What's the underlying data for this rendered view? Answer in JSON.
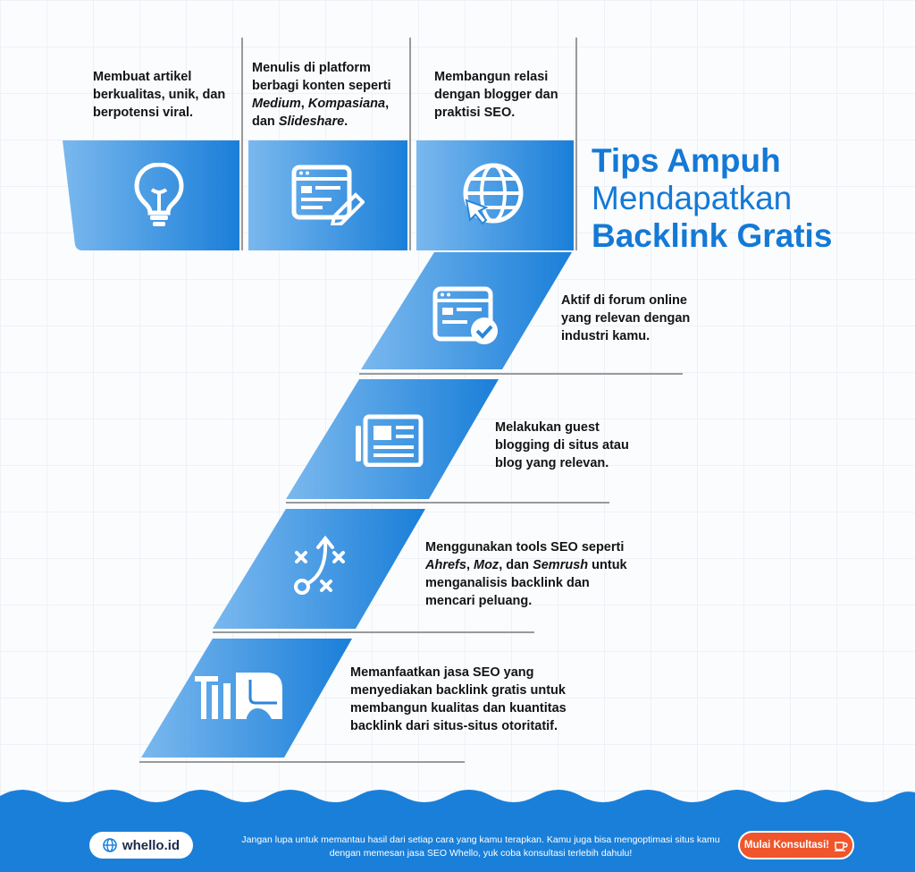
{
  "title": {
    "line1": "Tips Ampuh",
    "line2": "Mendapatkan",
    "line3": "Backlink Gratis"
  },
  "tips": {
    "t1": {
      "text": "Membuat artikel berkualitas, unik, dan berpotensi viral.",
      "icon": "lightbulb-icon"
    },
    "t2": {
      "p1": "Menulis di platform berbagi konten seperti ",
      "medium": "Medium",
      "c1": ", ",
      "kompasiana": "Kompasiana",
      "c2": ",",
      "p2": " dan ",
      "slideshare": "Slideshare",
      "p3": ".",
      "icon": "web-editor-icon"
    },
    "t3": {
      "text": "Membangun relasi dengan blogger dan praktisi SEO.",
      "icon": "globe-cursor-icon"
    },
    "t4": {
      "text": "Aktif di forum online yang relevan dengan industri kamu.",
      "icon": "browser-check-icon"
    },
    "t5": {
      "text": "Melakukan guest blogging di situs atau blog yang relevan.",
      "icon": "newspaper-icon"
    },
    "t6": {
      "p1": "Menggunakan tools SEO seperti ",
      "ahrefs": "Ahrefs",
      "c1": ", ",
      "moz": "Moz",
      "p2": ", dan ",
      "semrush": "Semrush",
      "p3": " untuk menganalisis backlink dan mencari peluang.",
      "icon": "strategy-icon"
    },
    "t7": {
      "text": "Memanfaatkan jasa SEO yang menyediakan backlink gratis untuk membangun kualitas dan kuantitas backlink dari situs-situs otoritatif.",
      "icon": "bridge-icon"
    }
  },
  "footer": {
    "brand": "whello.id",
    "note": "Jangan lupa untuk memantau hasil dari setiap cara yang kamu terapkan. Kamu juga bisa mengoptimasi situs kamu dengan memesan jasa SEO Whello, yuk coba konsultasi terlebih dahulu!",
    "cta": "Mulai Konsultasi!"
  },
  "colors": {
    "accent": "#1479d6",
    "tile_light": "#7ab8ee",
    "tile_dark": "#1a7fd9",
    "cta": "#f0552b"
  }
}
